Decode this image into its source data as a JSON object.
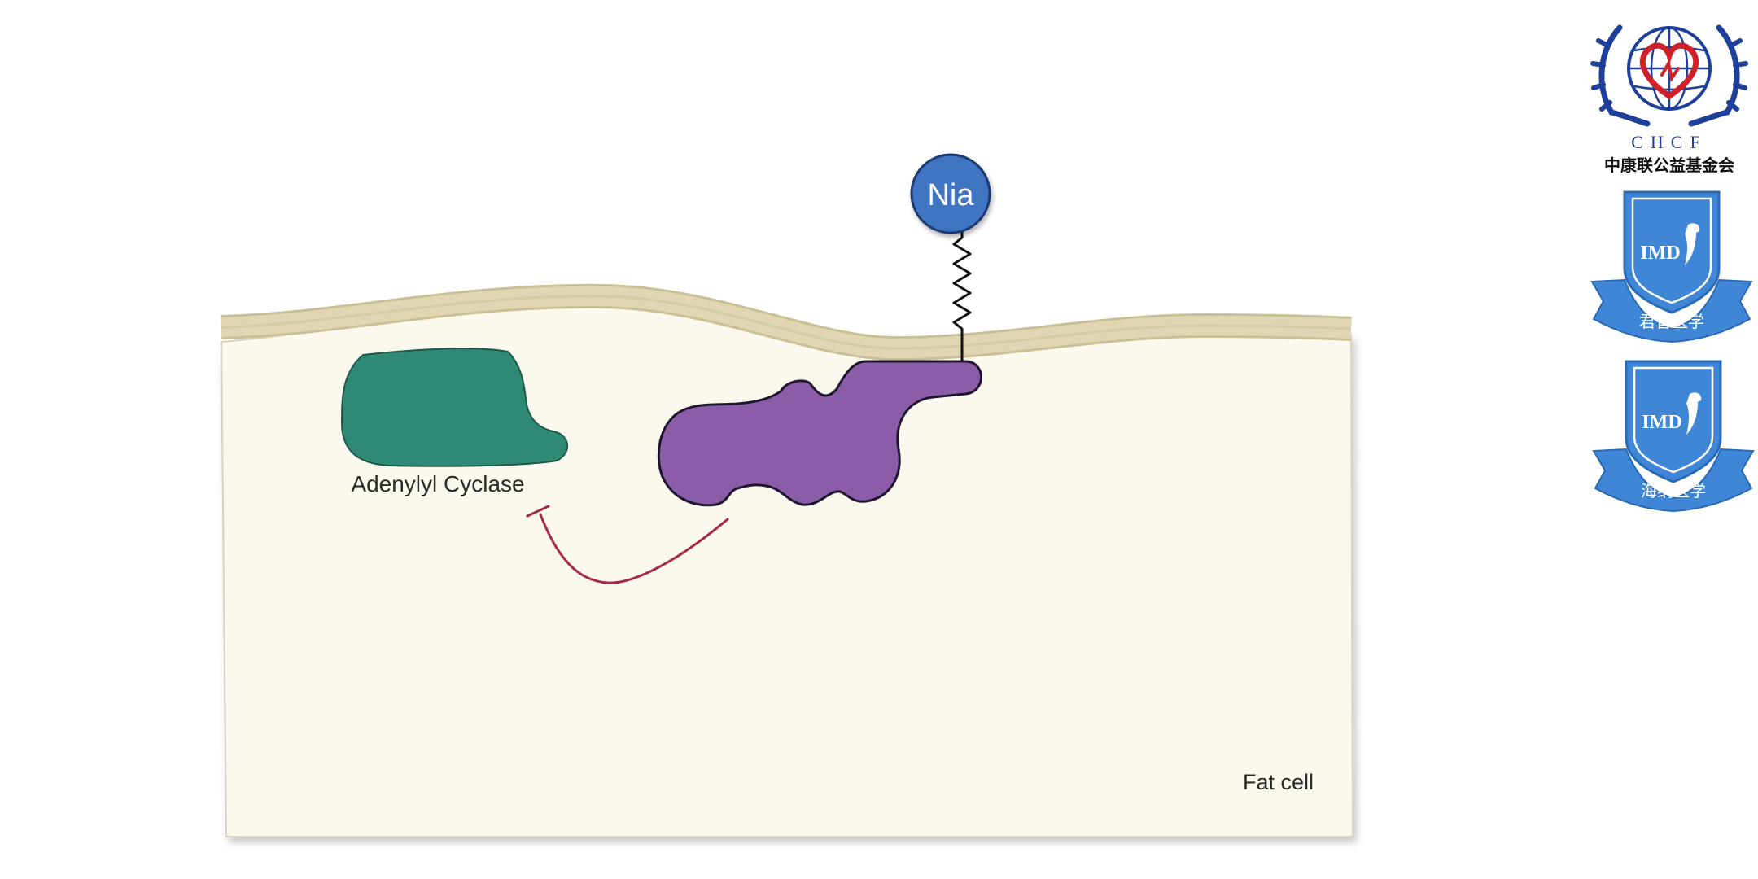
{
  "diagram": {
    "ligand_label": "Nia",
    "enzyme_label": "Adenylyl Cyclase",
    "cell_label": "Fat cell",
    "colors": {
      "cell_fill": "#fbf8ee",
      "membrane": "#e0d6b4",
      "membrane_edge": "#cbbf95",
      "ligand": "#3f74c2",
      "enzyme": "#2e8a74",
      "receptor": "#8b5ca8",
      "inhibition": "#a52a4a"
    }
  },
  "logos": {
    "chcf": {
      "acronym": "CHCF",
      "name": "中康联公益基金会",
      "icon": "globe-heart-emblem"
    },
    "imd1": {
      "badge_text": "IMD",
      "ribbon_text": "君智医学",
      "icon": "shield-bird-emblem"
    },
    "imd2": {
      "badge_text": "IMD",
      "ribbon_text": "海纳医学",
      "icon": "shield-bird-emblem"
    }
  }
}
